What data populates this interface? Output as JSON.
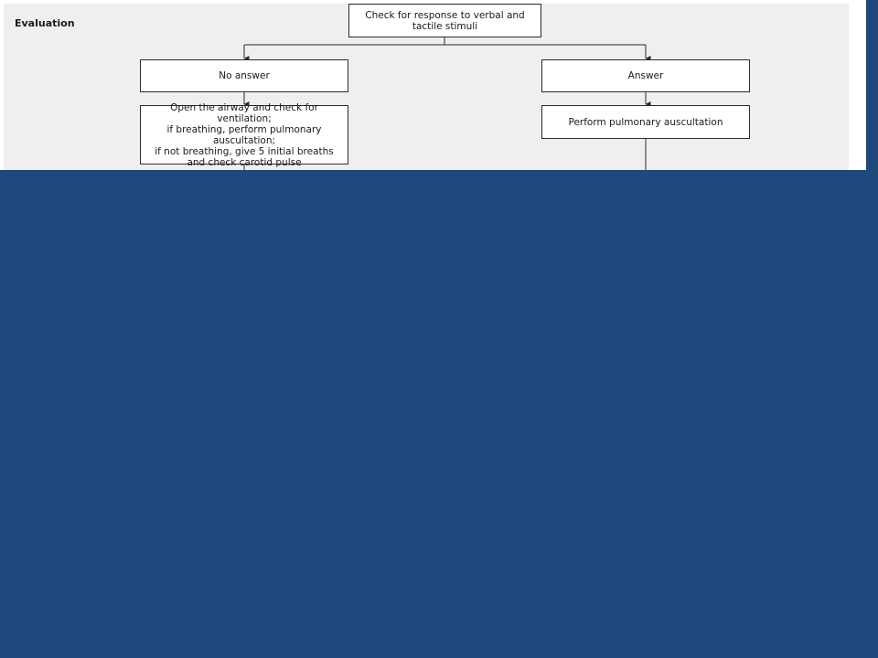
{
  "section": {
    "label": "Evaluation"
  },
  "nodes": {
    "check_response": "Check for response to verbal and\ntactile stimuli",
    "no_answer": "No answer",
    "answer": "Answer",
    "open_airway": "Open the airway and check for ventilation;\nif breathing, perform pulmonary auscultation;\nif not breathing, give 5 initial breaths\nand check carotid pulse",
    "pulmonary_auscultation": "Perform pulmonary auscultation"
  },
  "colors": {
    "background": "#1f497d",
    "panel": "#efefef",
    "node_border": "#2b2b2b"
  }
}
